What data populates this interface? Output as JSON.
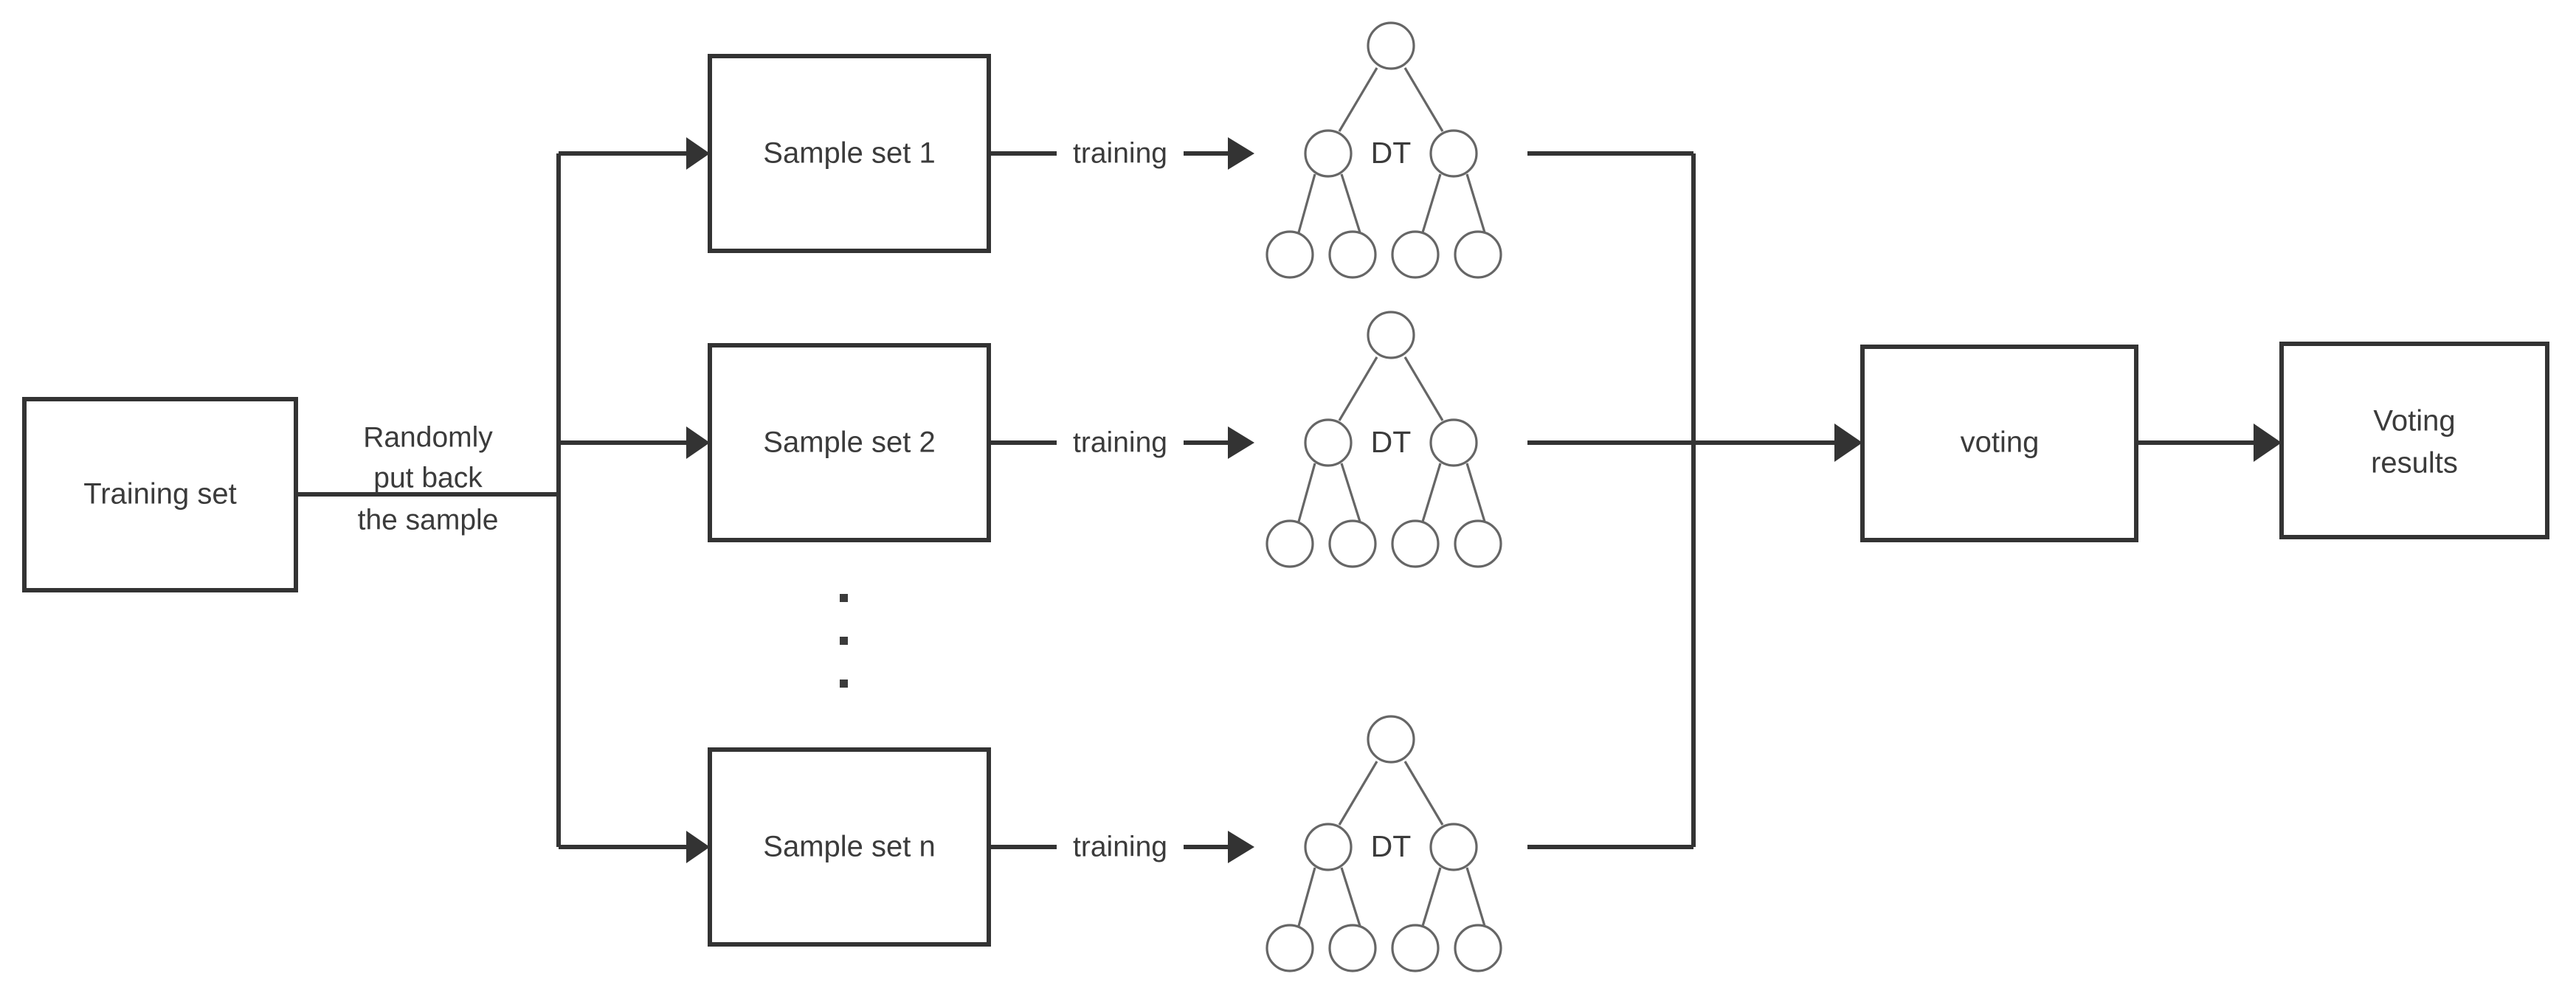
{
  "diagram": {
    "title": "Random Forest bagging and voting flow",
    "colors": {
      "box_stroke": "#333333",
      "line": "#333333",
      "tree_stroke": "#666666",
      "text": "#3b3b3b",
      "background": "#ffffff"
    },
    "boxes": {
      "training_set": {
        "label": "Training set"
      },
      "sample_set_1": {
        "label": "Sample set 1"
      },
      "sample_set_2": {
        "label": "Sample set 2"
      },
      "sample_set_n": {
        "label": "Sample set n"
      },
      "voting": {
        "label": "voting"
      },
      "voting_results": {
        "label_line1": "Voting",
        "label_line2": "results"
      }
    },
    "edge_labels": {
      "bagging_line1": "Randomly",
      "bagging_line2": "put back",
      "bagging_line3": "the sample",
      "training_1": "training",
      "training_2": "training",
      "training_n": "training"
    },
    "trees": {
      "tree_1_label": "DT",
      "tree_2_label": "DT",
      "tree_n_label": "DT"
    },
    "ellipsis": {
      "symbol": "vertical-ellipsis",
      "dot_count": 3
    }
  }
}
